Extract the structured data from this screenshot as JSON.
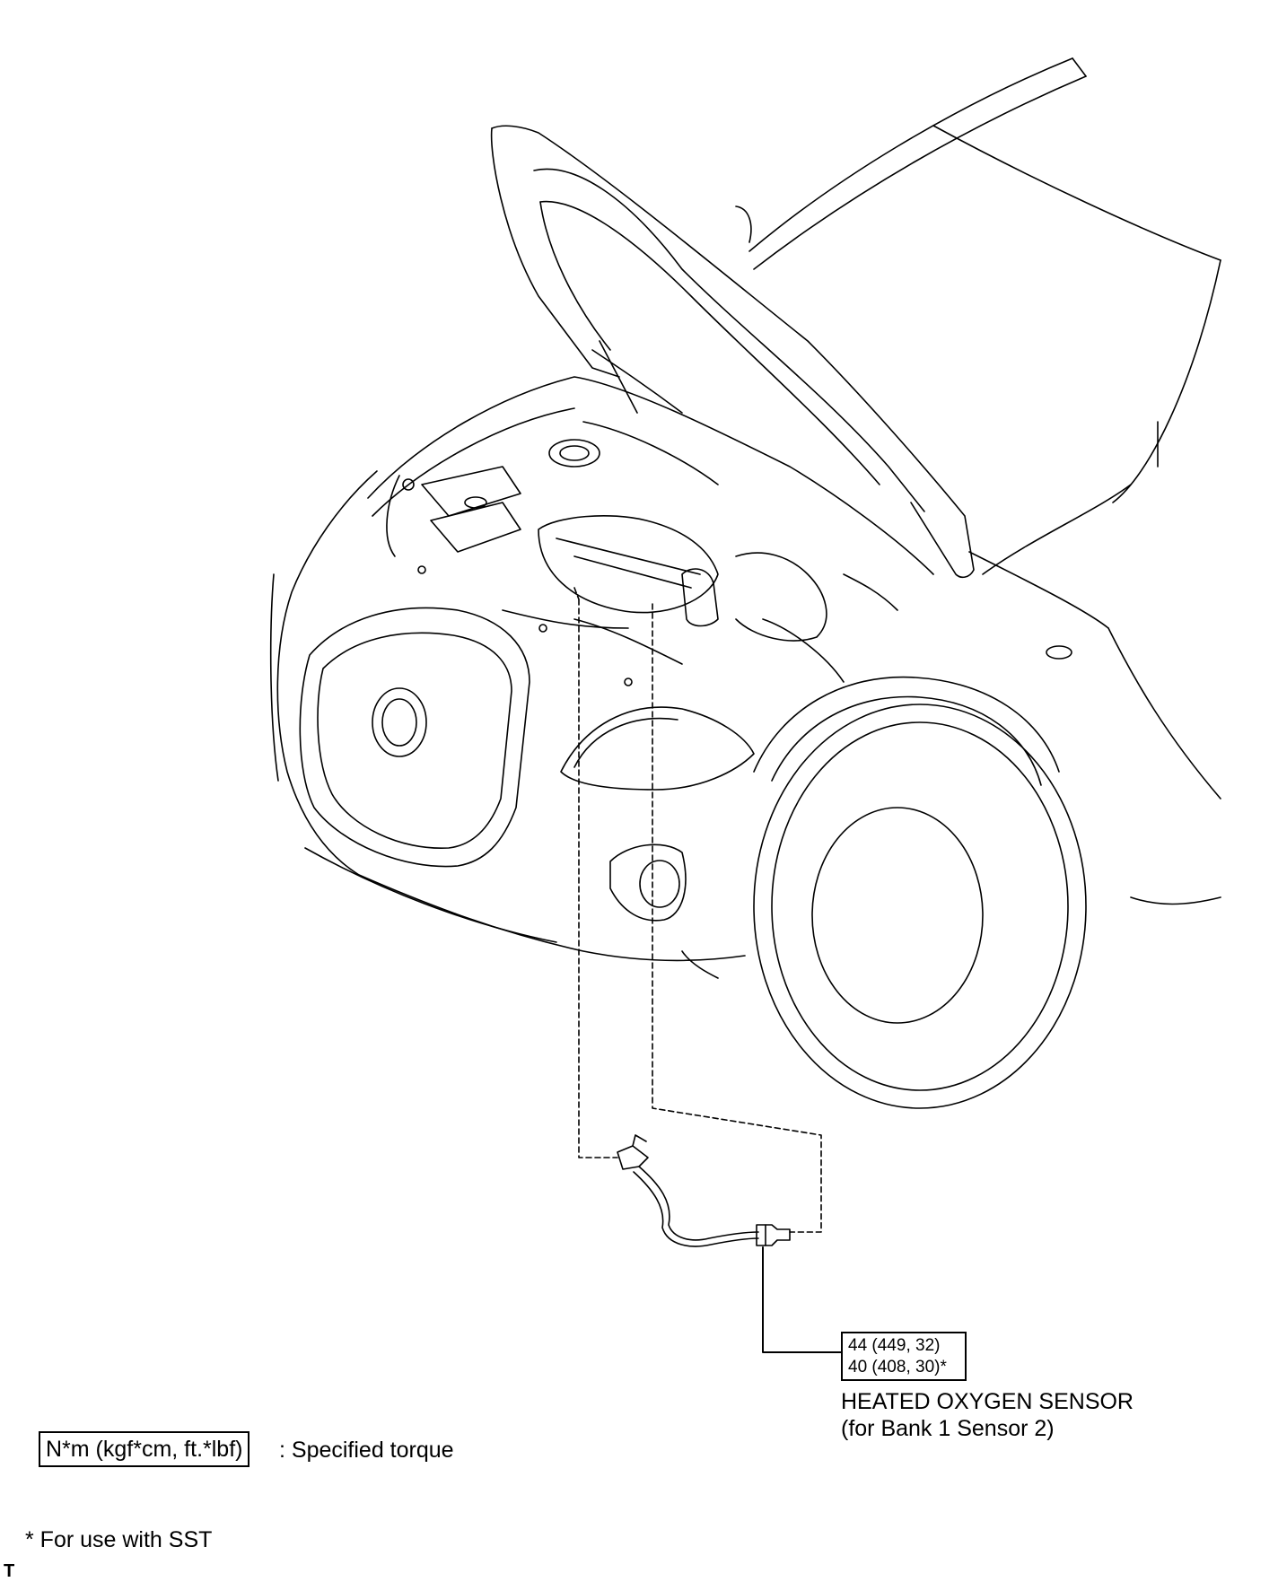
{
  "torque_spec": {
    "standard": "44 (449, 32)",
    "with_sst": "40 (408, 30)*"
  },
  "part_label": {
    "line1": "HEATED OXYGEN SENSOR",
    "line2": "(for Bank 1 Sensor 2)"
  },
  "legend": {
    "unit_box": "N*m (kgf*cm, ft.*lbf)",
    "description": ": Specified torque"
  },
  "footnote": "* For use with SST",
  "corner_mark": "T"
}
